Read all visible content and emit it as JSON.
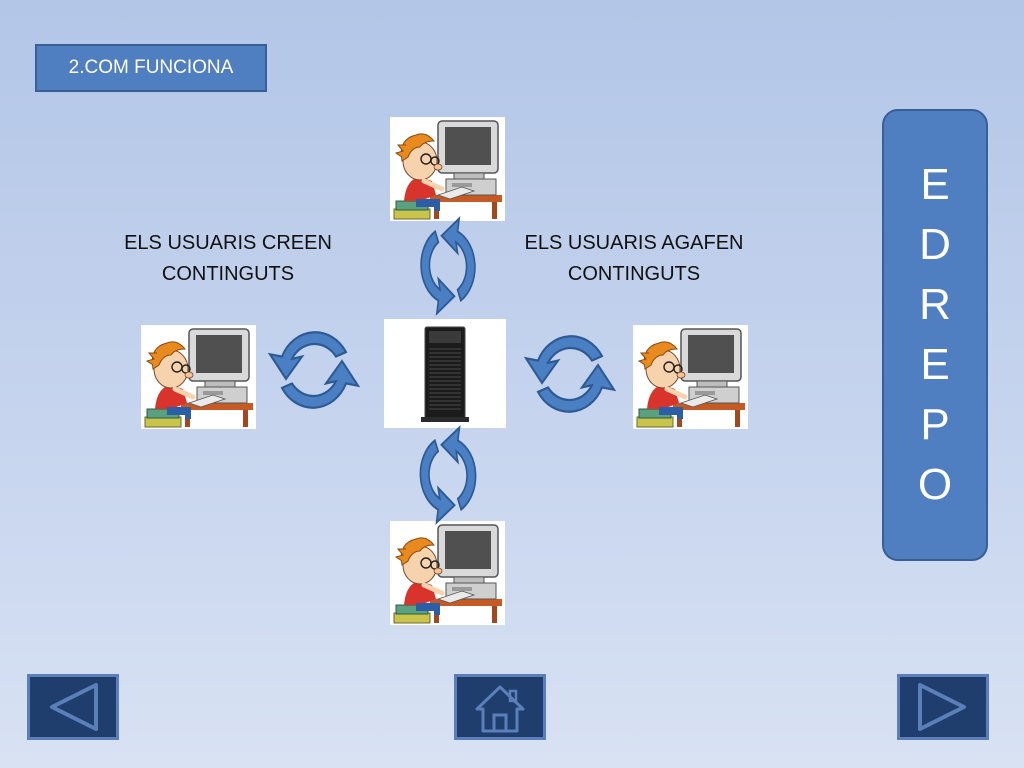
{
  "section": {
    "label": "2.COM FUNCIONA"
  },
  "side_title": {
    "letters": [
      "E",
      "D",
      "R",
      "E",
      "P",
      "O"
    ]
  },
  "captions": {
    "create": {
      "line1": "ELS USUARIS CREEN",
      "line2": "CONTINGUTS"
    },
    "take": {
      "line1": "ELS USUARIS AGAFEN",
      "line2": "CONTINGUTS"
    }
  },
  "diagram": {
    "center": {
      "icon": "server-tower-icon"
    },
    "users": [
      "user-top",
      "user-left",
      "user-right",
      "user-bottom"
    ],
    "arrow_icon": "circular-arrows-icon"
  },
  "navigation": {
    "prev_icon": "triangle-left-icon",
    "home_icon": "home-icon",
    "next_icon": "triangle-right-icon"
  },
  "colors": {
    "accent": "#4f7ec1",
    "accent_border": "#3a5f96",
    "nav_fill": "#1f3e6e",
    "nav_border": "#5b7fb8",
    "arrow_fill": "#4a7fc4"
  }
}
